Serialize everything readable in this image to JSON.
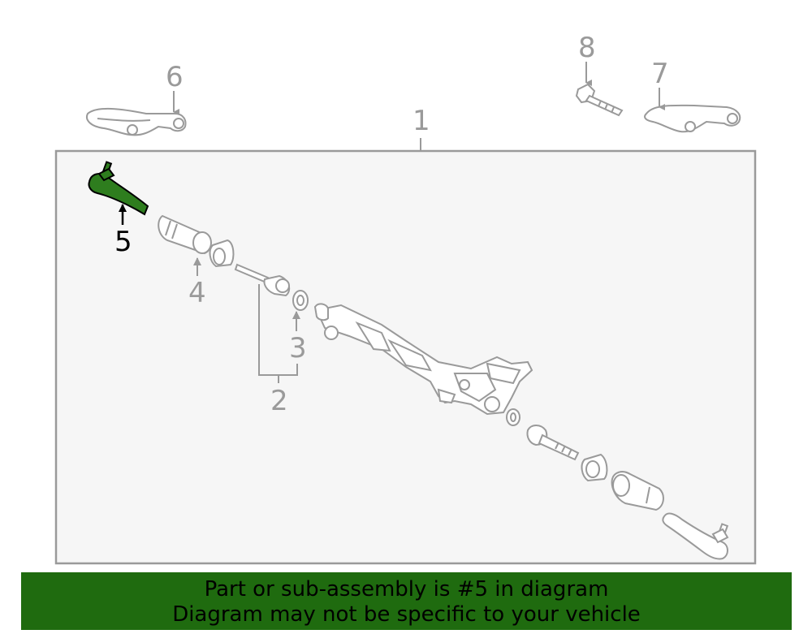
{
  "callouts": {
    "c1": "1",
    "c2": "2",
    "c3": "3",
    "c4": "4",
    "c5": "5",
    "c6": "6",
    "c7": "7",
    "c8": "8"
  },
  "highlighted_part": "5",
  "banner": {
    "line1": "Part or sub-assembly is #5 in diagram",
    "line2": "Diagram may not be specific to your vehicle"
  },
  "colors": {
    "highlight": "#2e7d1e",
    "banner_bg": "#1f6b0f",
    "line_art": "#9a9a9a",
    "panel_bg": "#f6f6f6"
  }
}
